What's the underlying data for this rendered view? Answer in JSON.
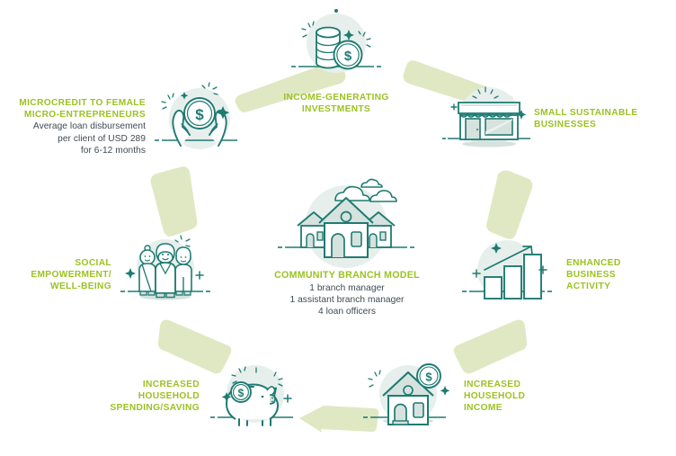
{
  "diagram": {
    "type": "cycle-diagram",
    "title": "Community branch microcredit impact cycle",
    "palette": {
      "label_green": "#9bc222",
      "body_text": "#3d4a52",
      "icon_stroke": "#1e7b72",
      "icon_fill_light": "#e7efec",
      "icon_fill_mid": "#d6e2de",
      "connector": "#dfe8c2",
      "background": "#ffffff"
    },
    "center": {
      "icon": "three-houses-icon",
      "title": "COMMUNITY BRANCH MODEL",
      "lines": [
        "1 branch manager",
        "1 assistant branch manager",
        "4 loan officers"
      ]
    },
    "nodes": [
      {
        "id": "microcredit",
        "icon": "hands-holding-coin-icon",
        "title": "MICROCREDIT TO FEMALE MICRO-ENTREPRENEURS",
        "title_lines": [
          "MICROCREDIT TO FEMALE",
          "MICRO-ENTREPRENEURS"
        ],
        "sub_lines": [
          "Average loan disbursement",
          "per client of USD 289",
          "for 6-12 months"
        ],
        "align": "right"
      },
      {
        "id": "income-generating",
        "icon": "coin-stack-icon",
        "title": "INCOME-GENERATING INVESTMENTS",
        "title_lines": [
          "INCOME-GENERATING",
          "INVESTMENTS"
        ],
        "sub_lines": [],
        "align": "center"
      },
      {
        "id": "small-businesses",
        "icon": "storefront-icon",
        "title": "SMALL SUSTAINABLE BUSINESSES",
        "title_lines": [
          "SMALL SUSTAINABLE",
          "BUSINESSES"
        ],
        "sub_lines": [],
        "align": "left"
      },
      {
        "id": "enhanced-activity",
        "icon": "bar-chart-growth-icon",
        "title": "ENHANCED BUSINESS ACTIVITY",
        "title_lines": [
          "ENHANCED",
          "BUSINESS",
          "ACTIVITY"
        ],
        "sub_lines": [],
        "align": "left"
      },
      {
        "id": "household-income",
        "icon": "house-with-coin-icon",
        "title": "INCREASED HOUSEHOLD INCOME",
        "title_lines": [
          "INCREASED",
          "HOUSEHOLD",
          "INCOME"
        ],
        "sub_lines": [],
        "align": "left"
      },
      {
        "id": "household-spending",
        "icon": "piggy-bank-icon",
        "title": "INCREASED HOUSEHOLD SPENDING/SAVING",
        "title_lines": [
          "INCREASED",
          "HOUSEHOLD",
          "SPENDING/SAVING"
        ],
        "sub_lines": [],
        "align": "right"
      },
      {
        "id": "social-empowerment",
        "icon": "three-women-icon",
        "title": "SOCIAL EMPOWERMENT/ WELL-BEING",
        "title_lines": [
          "SOCIAL",
          "EMPOWERMENT/",
          "WELL-BEING"
        ],
        "sub_lines": [],
        "align": "right"
      }
    ],
    "connectors": [
      {
        "id": "connector-microcredit-to-income",
        "shape": "bar"
      },
      {
        "id": "connector-income-to-business",
        "shape": "bar"
      },
      {
        "id": "connector-business-to-activity",
        "shape": "bar"
      },
      {
        "id": "connector-activity-to-hhincome",
        "shape": "bar"
      },
      {
        "id": "connector-hhincome-to-spending",
        "shape": "arrow-left"
      },
      {
        "id": "connector-spending-to-social",
        "shape": "bar"
      },
      {
        "id": "connector-social-to-microcredit",
        "shape": "bar"
      }
    ]
  }
}
